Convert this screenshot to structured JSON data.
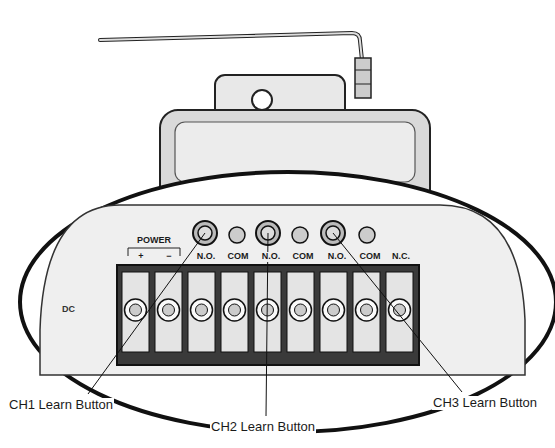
{
  "diagram": {
    "labels": [
      "POWER",
      "+",
      "−",
      "N.O.",
      "COM",
      "N.O.",
      "COM",
      "N.O.",
      "COM",
      "N.C.",
      "DC",
      "CH1 Learn Button",
      "CH2 Learn Button",
      "CH3 Learn Button"
    ]
  }
}
